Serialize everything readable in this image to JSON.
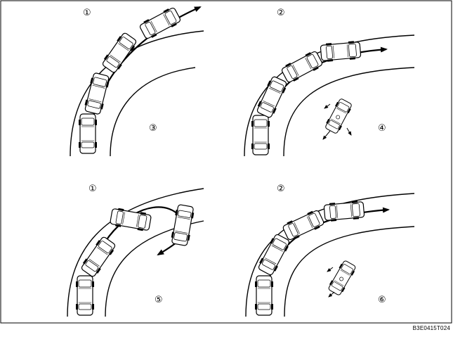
{
  "diagram": {
    "panels": [
      {
        "id": "top-left",
        "labels": [
          "①",
          "③"
        ]
      },
      {
        "id": "top-right",
        "labels": [
          "②",
          "④"
        ]
      },
      {
        "id": "bottom-left",
        "labels": [
          "①",
          "⑤"
        ]
      },
      {
        "id": "bottom-right",
        "labels": [
          "②",
          "⑥"
        ]
      }
    ],
    "reference_code": "B3E0415T024"
  }
}
